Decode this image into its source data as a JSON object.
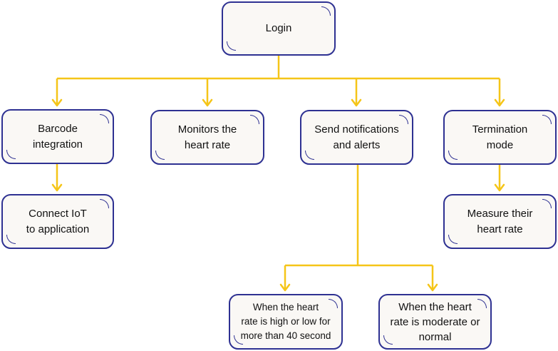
{
  "colors": {
    "node_border": "#2e3192",
    "node_fill": "#faf8f5",
    "connector": "#f5c518",
    "text": "#111111"
  },
  "nodes": {
    "login": "Login",
    "barcode": "Barcode\nintegration",
    "monitors": "Monitors the\nheart rate",
    "notifications": "Send notifications\nand alerts",
    "termination": "Termination\nmode",
    "connect_iot": "Connect IoT\nto application",
    "measure": "Measure their\nheart rate",
    "high_low": "When the heart\nrate is high or low for\nmore than 40 second",
    "moderate": "When the heart\nrate is moderate or\nnormal"
  }
}
